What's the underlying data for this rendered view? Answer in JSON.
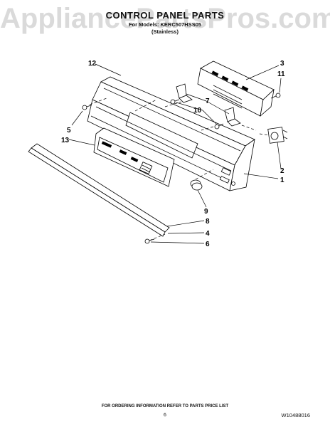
{
  "watermark": "AppliancePartsPros.com",
  "title": "CONTROL PANEL PARTS",
  "model_line": "For Models: KERC507HSS05",
  "variant_line": "(Stainless)",
  "callouts": {
    "c1": "1",
    "c2": "2",
    "c3": "3",
    "c4": "4",
    "c5": "5",
    "c6": "6",
    "c7": "7",
    "c8": "8",
    "c9": "9",
    "c10": "10",
    "c11": "11",
    "c12": "12",
    "c13": "13"
  },
  "footer_note": "FOR ORDERING INFORMATION REFER TO PARTS PRICE LIST",
  "page_number": "6",
  "doc_code": "W10488016"
}
